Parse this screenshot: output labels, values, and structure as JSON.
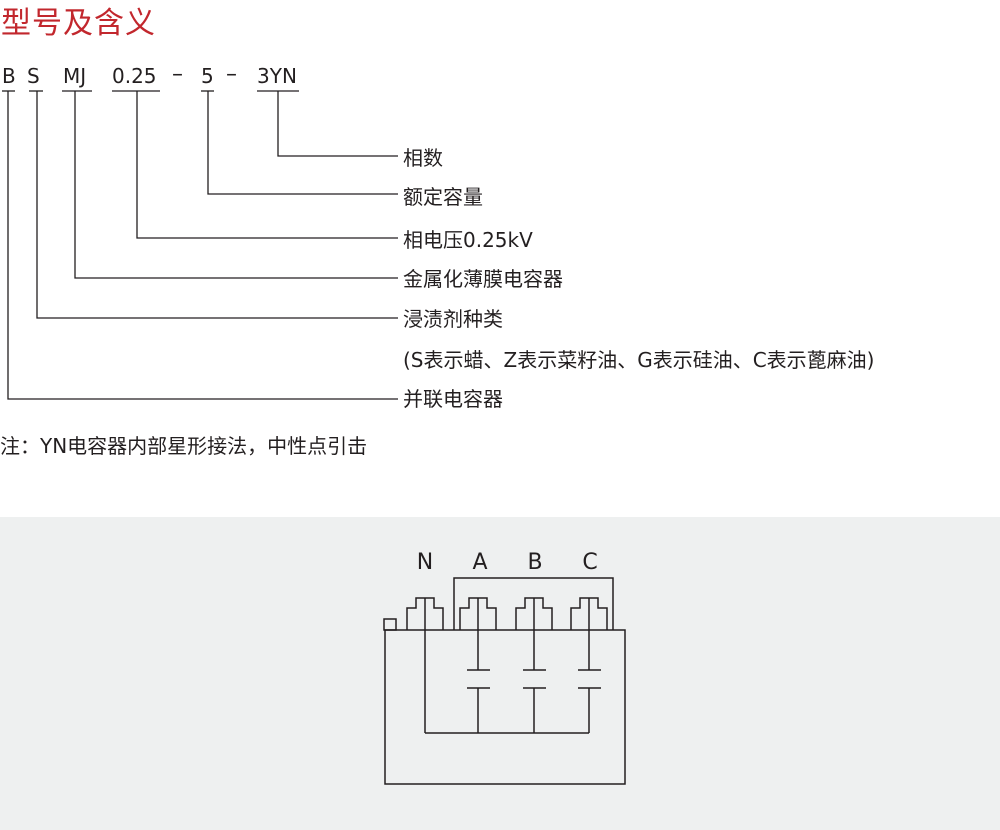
{
  "title": "型号及含义",
  "model_code": {
    "parts": [
      "B",
      "S",
      "MJ",
      "0.25",
      "5",
      "3YN"
    ],
    "separator": "–"
  },
  "meanings": [
    "相数",
    "额定容量",
    "相电压0.25kV",
    "金属化薄膜电容器",
    "浸渍剂种类",
    "(S表示蜡、Z表示菜籽油、G表示硅油、C表示蓖麻油)",
    "并联电容器"
  ],
  "note": "注：YN电容器内部星形接法，中性点引击",
  "schematic": {
    "terminals": [
      "N",
      "A",
      "B",
      "C"
    ]
  },
  "colors": {
    "title": "#c2272d",
    "text": "#231f20",
    "line": "#231f20",
    "panel": "#eef0f0"
  }
}
